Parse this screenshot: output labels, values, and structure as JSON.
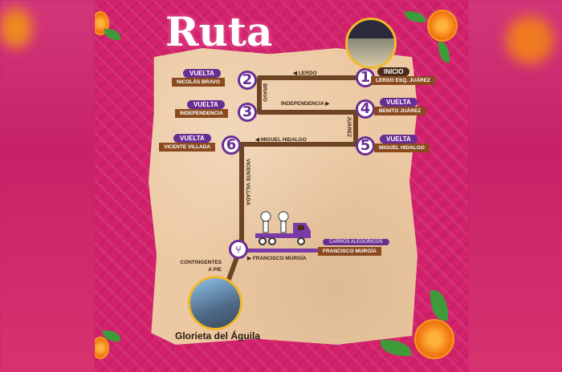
{
  "title": "Ruta",
  "stops": [
    {
      "n": "1",
      "tag": "INICIO",
      "street": "LERDO ESQ. JUÁREZ"
    },
    {
      "n": "2",
      "tag": "VUELTA",
      "street": "NICOLÁS BRAVO"
    },
    {
      "n": "3",
      "tag": "VUELTA",
      "street": "INDEPENDENCIA"
    },
    {
      "n": "4",
      "tag": "VUELTA",
      "street": "BENITO JUÁREZ"
    },
    {
      "n": "5",
      "tag": "VUELTA",
      "street": "MIGUEL HIDALGO"
    },
    {
      "n": "6",
      "tag": "VUELTA",
      "street": "VICENTE VILLADA"
    }
  ],
  "streets": {
    "lerdo": "LERDO",
    "bravo": "BRAVO",
    "independencia": "INDEPENDENCIA",
    "juarez": "JUÁREZ",
    "hidalgo": "MIGUEL HIDALGO",
    "villada": "VICENTE VILLADA",
    "murgia": "FRANCISCO MURGÍA"
  },
  "floats": {
    "tag": "CARROS ALEGÓRICOS",
    "street": "FRANCISCO MURGÍA"
  },
  "walkers": "CONTINGENTES A PIE",
  "destination": "Glorieta del Águila",
  "colors": {
    "pink": "#d3216c",
    "brown": "#6d4424",
    "purple": "#6a2e93",
    "paper": "#ecc9a2"
  }
}
